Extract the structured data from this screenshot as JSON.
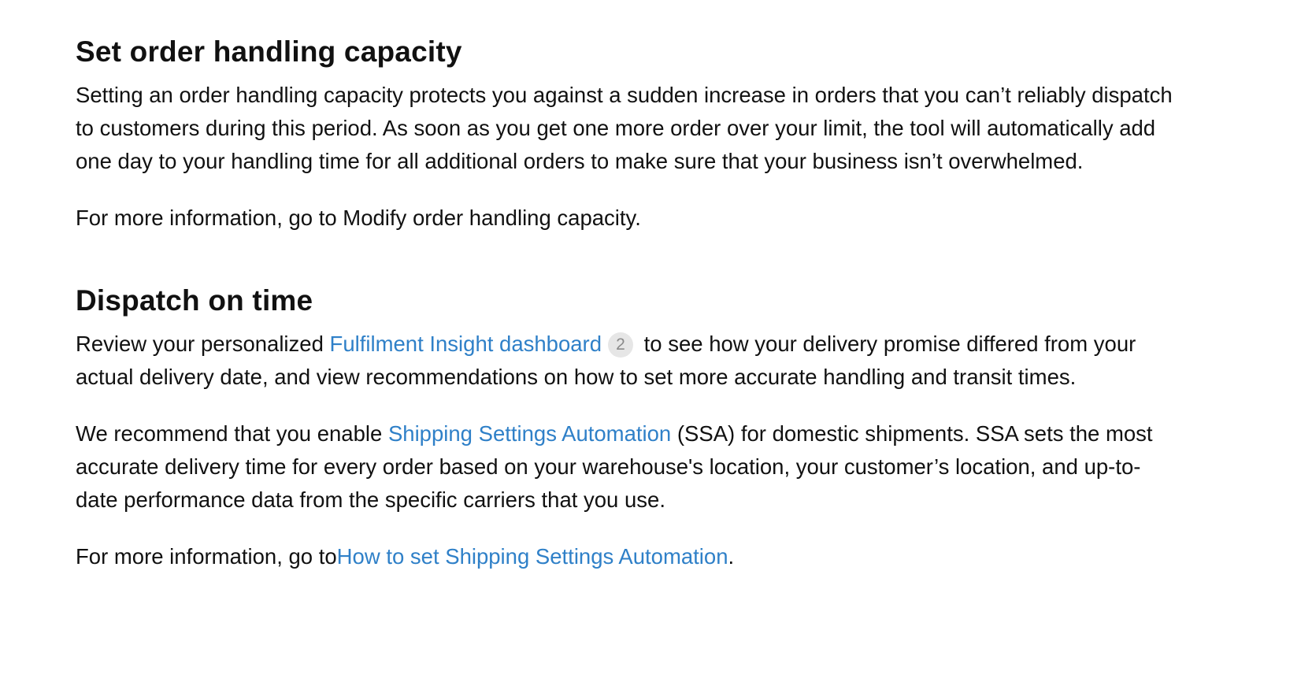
{
  "section1": {
    "title": "Set order handling capacity",
    "paragraph1": "Setting an order handling capacity protects you against a sudden increase in orders that you can’t reliably dispatch to customers during this period. As soon as you get one more order over your limit, the tool will automatically add one day to your handling time for all additional orders to make sure that your business isn’t overwhelmed.",
    "paragraph2": "For more information, go to Modify order handling capacity."
  },
  "section2": {
    "title": "Dispatch on time",
    "paragraph1": {
      "before_link": "Review your personalized ",
      "link_text": "Fulfilment Insight dashboard",
      "badge": "2",
      "after_link": " to see how your delivery promise differed from your actual delivery date, and view recommendations on how to set more accurate handling and transit times."
    },
    "paragraph2": {
      "before_link": "We recommend that you enable ",
      "link_text": "Shipping Settings Automation",
      "after_link": " (SSA) for domestic shipments. SSA sets the most accurate delivery time for every order based on your warehouse's location, your customer’s location, and up-to-date performance data from the specific carriers that you use."
    },
    "paragraph3": {
      "before_link": "For more information, go to",
      "link_text": "How to set Shipping Settings Automation",
      "after_link": "."
    }
  },
  "colors": {
    "text": "#111111",
    "link": "#2f80c8",
    "badge_bg": "#e6e6e6",
    "badge_text": "#8a8a8a"
  }
}
